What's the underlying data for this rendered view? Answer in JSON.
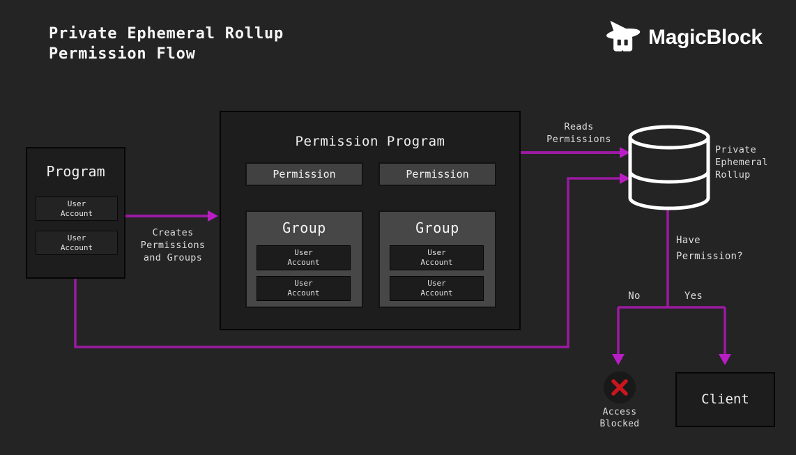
{
  "header": {
    "title": "Private Ephemeral Rollup\nPermission Flow",
    "brand": "MagicBlock"
  },
  "program": {
    "title": "Program",
    "accounts": [
      "User\nAccount",
      "User\nAccount"
    ]
  },
  "edges": {
    "creates_label": "Creates\nPermissions\nand Groups",
    "reads_label": "Reads\nPermissions"
  },
  "permission_program": {
    "title": "Permission Program",
    "columns": [
      {
        "permission": "Permission",
        "group": {
          "title": "Group",
          "accounts": [
            "User\nAccount",
            "User\nAccount"
          ]
        }
      },
      {
        "permission": "Permission",
        "group": {
          "title": "Group",
          "accounts": [
            "User\nAccount",
            "User\nAccount"
          ]
        }
      }
    ]
  },
  "rollup": {
    "label": "Private\nEphemeral\nRollup"
  },
  "decision": {
    "question": "Have\nPermission?",
    "no_label": "No",
    "yes_label": "Yes"
  },
  "outcomes": {
    "blocked": {
      "label": "Access\nBlocked"
    },
    "client": {
      "title": "Client"
    }
  },
  "colors": {
    "background": "#242424",
    "accent_line": "#9B1AA2",
    "accent_arrowhead": "#B91EC4",
    "blocked_red": "#C9151E",
    "panel_dark": "#1D1D1D",
    "panel_gray": "#474747",
    "text": "#EDEDED"
  }
}
